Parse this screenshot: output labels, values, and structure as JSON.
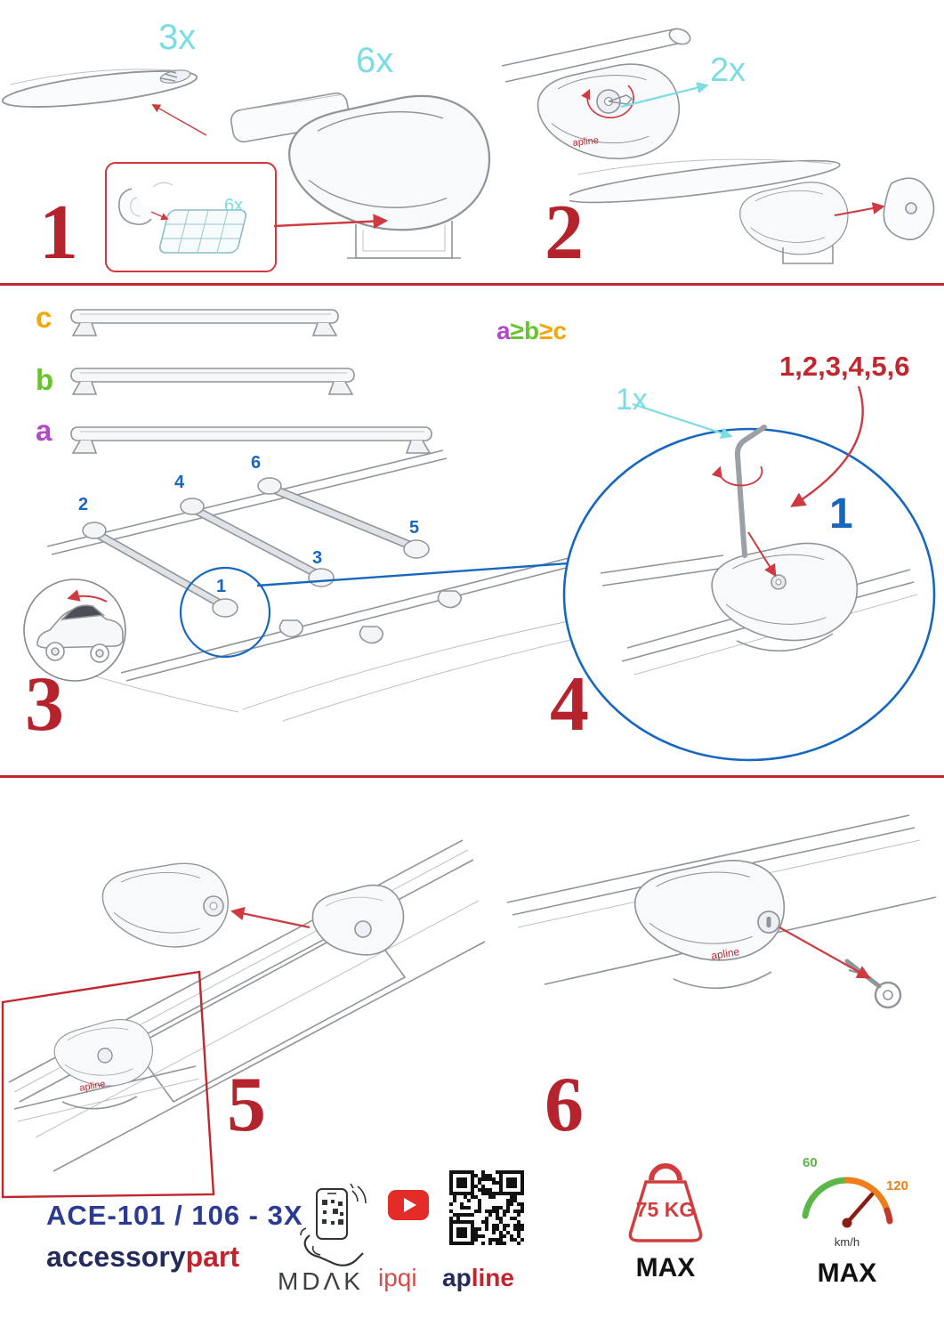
{
  "step1": {
    "num": "1",
    "bar_qty": "3x",
    "foot_qty": "6x",
    "pad_qty": "6x"
  },
  "step2": {
    "num": "2",
    "key_qty": "2x"
  },
  "step3": {
    "num": "3",
    "label_a": "a",
    "label_b": "b",
    "label_c": "c",
    "order": [
      "a",
      "≥",
      "b",
      "≥",
      "c"
    ],
    "positions": [
      "1",
      "2",
      "3",
      "4",
      "5",
      "6"
    ]
  },
  "step4": {
    "num": "4",
    "tool_qty": "1x",
    "sequence": "1,2,3,4,5,6",
    "first": "1"
  },
  "step5": {
    "num": "5"
  },
  "step6": {
    "num": "6"
  },
  "brand_logo": "apline",
  "footer": {
    "model": "ACE-101 / 106 - 3X",
    "brand_accessory": "accessory",
    "brand_part": "part",
    "app_name": "MDΛK",
    "channel_name": "ipqi",
    "brand_ap": "ap",
    "brand_line": "line",
    "max_load": "75 KG",
    "load_max_label": "MAX",
    "speed_green": "60",
    "speed_orange": "120",
    "speed_unit": "km/h",
    "speed_max_label": "MAX"
  },
  "colors": {
    "accent_red": "#c2272e",
    "cyan": "#7bdde4",
    "blue": "#1767c0",
    "label_a": "#b349c8",
    "label_b": "#67c42f",
    "label_c": "#f2a70c",
    "model_blue": "#2b3a92",
    "navy": "#232a5c"
  }
}
